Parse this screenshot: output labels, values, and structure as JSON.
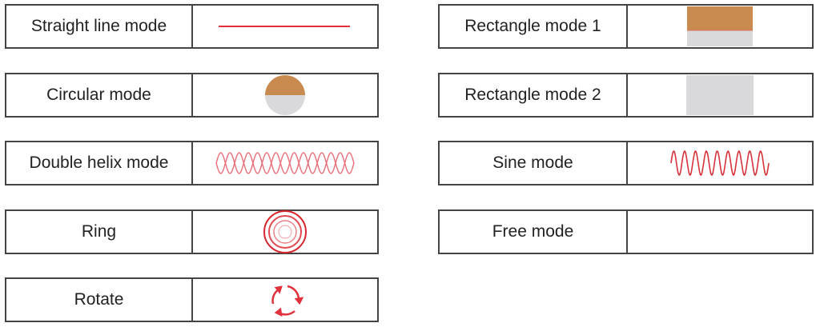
{
  "modes": {
    "straight_line": "Straight line mode",
    "circular": "Circular mode",
    "double_helix": "Double helix mode",
    "ring": "Ring",
    "rotate": "Rotate",
    "rectangle1": "Rectangle mode 1",
    "rectangle2": "Rectangle mode 2",
    "sine": "Sine mode",
    "free": "Free mode"
  },
  "colors": {
    "line": "#e0323c",
    "cork": "#c98a4f",
    "gray": "#d9d9db"
  }
}
